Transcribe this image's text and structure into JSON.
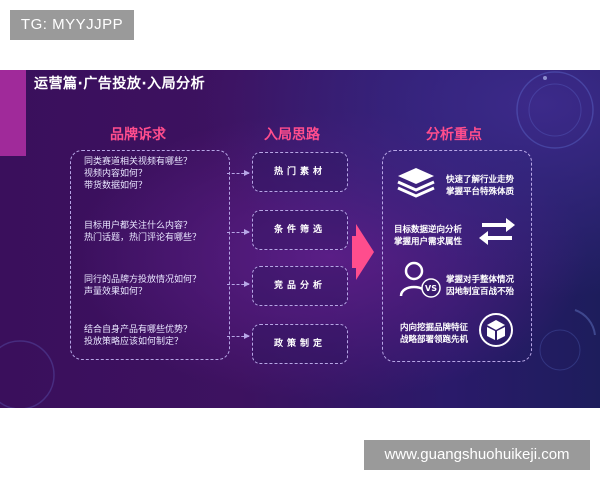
{
  "watermarks": {
    "top_tag": "TG: MYYJJPP",
    "bottom_tag": "www.guangshuohuikeji.com"
  },
  "slide": {
    "title": "运营篇·广告投放·入局分析",
    "columns": {
      "brand": "品牌诉求",
      "approach": "入局思路",
      "analysis": "分析重点"
    },
    "questions": [
      [
        "同类赛道相关视频有哪些？",
        "视频内容如何？",
        "带货数据如何？"
      ],
      [
        "目标用户都关注什么内容？",
        "热门话题，热门评论有哪些？"
      ],
      [
        "同行的品牌方投放情况如何？",
        "声量效果如何？"
      ],
      [
        "结合自身产品有哪些优势？",
        "投放策略应该如何制定？"
      ]
    ],
    "approaches": [
      "热门素材",
      "条件筛选",
      "竞品分析",
      "政策制定"
    ],
    "points": [
      {
        "lines": [
          "快速了解行业走势",
          "掌握平台特殊体质"
        ],
        "icon": "layers-icon"
      },
      {
        "lines": [
          "目标数据逆向分析",
          "掌握用户需求属性"
        ],
        "icon": "swap-arrows-icon"
      },
      {
        "lines": [
          "掌握对手整体情况",
          "因地制宜百战不殆"
        ],
        "icon": "user-vs-icon"
      },
      {
        "lines": [
          "内向挖掘品牌特征",
          "战略部署领跑先机"
        ],
        "icon": "cube-icon"
      }
    ],
    "colors": {
      "accent": "#ff4d8d",
      "dashed": "#b7a6e6"
    }
  }
}
